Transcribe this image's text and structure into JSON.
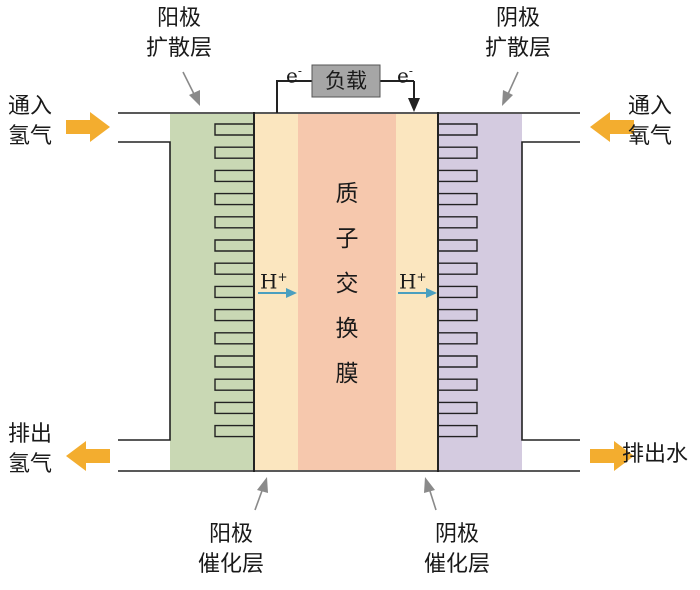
{
  "labels": {
    "anode_diffusion_line1": "阳极",
    "anode_diffusion_line2": "扩散层",
    "cathode_diffusion_line1": "阴极",
    "cathode_diffusion_line2": "扩散层",
    "inlet_h2_line1": "通入",
    "inlet_h2_line2": "氢气",
    "inlet_o2_line1": "通入",
    "inlet_o2_line2": "氧气",
    "outlet_h2_line1": "排出",
    "outlet_h2_line2": "氢气",
    "outlet_water": "排出水",
    "anode_catalyst_line1": "阳极",
    "anode_catalyst_line2": "催化层",
    "cathode_catalyst_line1": "阴极",
    "cathode_catalyst_line2": "催化层",
    "load": "负载",
    "electron_left": "e",
    "electron_right": "e",
    "electron_sup": "-",
    "membrane": [
      "质",
      "子",
      "交",
      "换",
      "膜"
    ],
    "proton_left": "H",
    "proton_right": "H",
    "proton_sup": "+"
  },
  "colors": {
    "anode_diffusion": "#c9d8b4",
    "catalyst": "#fbe6bf",
    "membrane": "#f6c8ad",
    "cathode_diffusion": "#d4cbe0",
    "flow_arrow": "#f3ad2f",
    "proton_arrow": "#4a9fbf",
    "pointer": "#8a8a8a",
    "load_box": "#a6a6a6",
    "line": "#222222"
  }
}
